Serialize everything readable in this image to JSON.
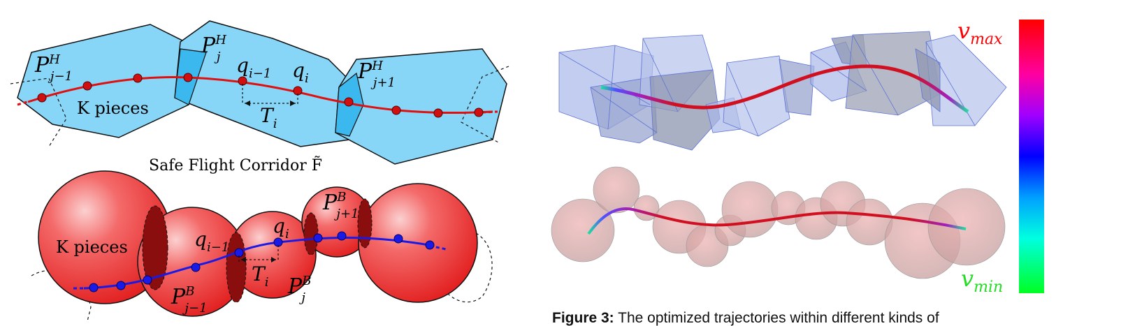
{
  "top_left": {
    "corridor_caption": "Safe Flight Corridor F̃",
    "label_k_pieces": "K pieces",
    "label_p_prev": "P",
    "label_p_prev_sup": "H",
    "label_p_prev_sub": "j−1",
    "label_p_cur": "P",
    "label_p_cur_sup": "H",
    "label_p_cur_sub": "j",
    "label_p_next": "P",
    "label_p_next_sup": "H",
    "label_p_next_sub": "j+1",
    "label_q_prev": "q",
    "label_q_prev_sub": "i−1",
    "label_q_cur": "q",
    "label_q_cur_sub": "i",
    "label_t": "T",
    "label_t_sub": "i"
  },
  "bottom_left": {
    "label_k_pieces": "K pieces",
    "label_q_prev": "q",
    "label_q_prev_sub": "i−1",
    "label_q_cur": "q",
    "label_q_cur_sub": "i",
    "label_t": "T",
    "label_t_sub": "i",
    "label_p_prev": "P",
    "label_p_prev_sup": "B",
    "label_p_prev_sub": "j−1",
    "label_p_cur": "P",
    "label_p_cur_sup": "B",
    "label_p_cur_sub": "j",
    "label_p_next": "P",
    "label_p_next_sup": "B",
    "label_p_next_sub": "j+1"
  },
  "colorbar": {
    "max_label": "v",
    "max_sub": "max",
    "min_label": "v",
    "min_sub": "min",
    "max_color": "#ff0000",
    "min_color": "#22dd22"
  },
  "caption": {
    "figure_label": "Figure 3:",
    "text": "The optimized trajectories within different kinds of"
  },
  "colors": {
    "corridor_fill": "#87d6f7",
    "corridor_overlap": "#3bb8ee",
    "trajectory_red": "#e01010",
    "trajectory_blue": "#1a1ae6",
    "sphere_red": "#ef3b3b",
    "poly_fill": "#9fb3e8",
    "sphere_gray": "#e7b3b3"
  }
}
